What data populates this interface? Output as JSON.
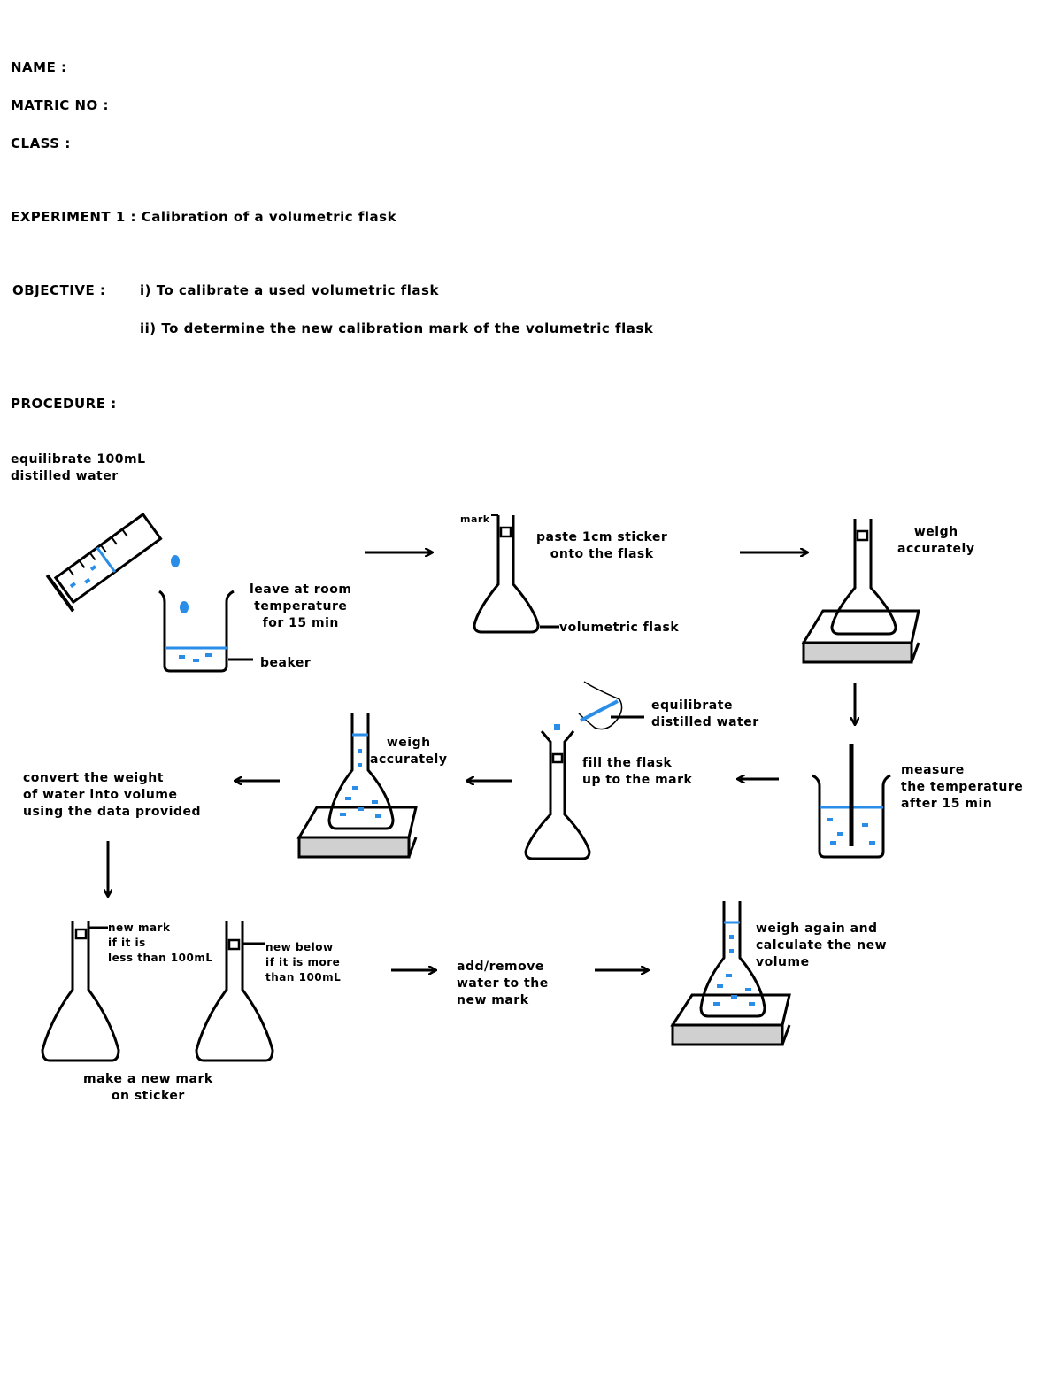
{
  "header": {
    "name_label": "NAME :",
    "matric_label": "MATRIC NO :",
    "class_label": "CLASS :"
  },
  "experiment": {
    "title": "EXPERIMENT 1 : Calibration of a volumetric flask"
  },
  "objective": {
    "label": "OBJECTIVE :",
    "item1": "i) To calibrate a used volumetric flask",
    "item2": "ii) To determine the new calibration mark of the volumetric flask"
  },
  "procedure": {
    "label": "PROCEDURE :"
  },
  "steps": {
    "equilibrate_top": "equilibrate 100mL\ndistilled water",
    "leave_room_temp": "leave at room\ntemperature\nfor 15 min",
    "beaker": "beaker",
    "paste_sticker": "paste 1cm sticker\nonto the flask",
    "volumetric_flask": "volumetric flask",
    "mark": "mark",
    "weigh_accurately_1": "weigh\naccurately",
    "measure_temp": "measure\nthe temperature\nafter 15 min",
    "fill_flask": "fill the flask\nup to the mark",
    "equilibrate_mid": "equilibrate\ndistilled water",
    "weigh_accurately_2": "weigh\naccurately",
    "convert_weight": "convert the weight\nof water into volume\nusing the data provided",
    "new_mark_above": "new mark\nif it is\nless than 100mL",
    "new_mark_below": "new below\nif it is more\nthan 100mL",
    "make_new_mark": "make a new mark\non sticker",
    "add_remove": "add/remove\nwater to the\nnew mark",
    "weigh_again": "weigh again and\ncalculate the new\nvolume"
  },
  "colors": {
    "water": "#2a8ee8",
    "ink": "#000000",
    "balance_grey": "#d0d0d0"
  }
}
